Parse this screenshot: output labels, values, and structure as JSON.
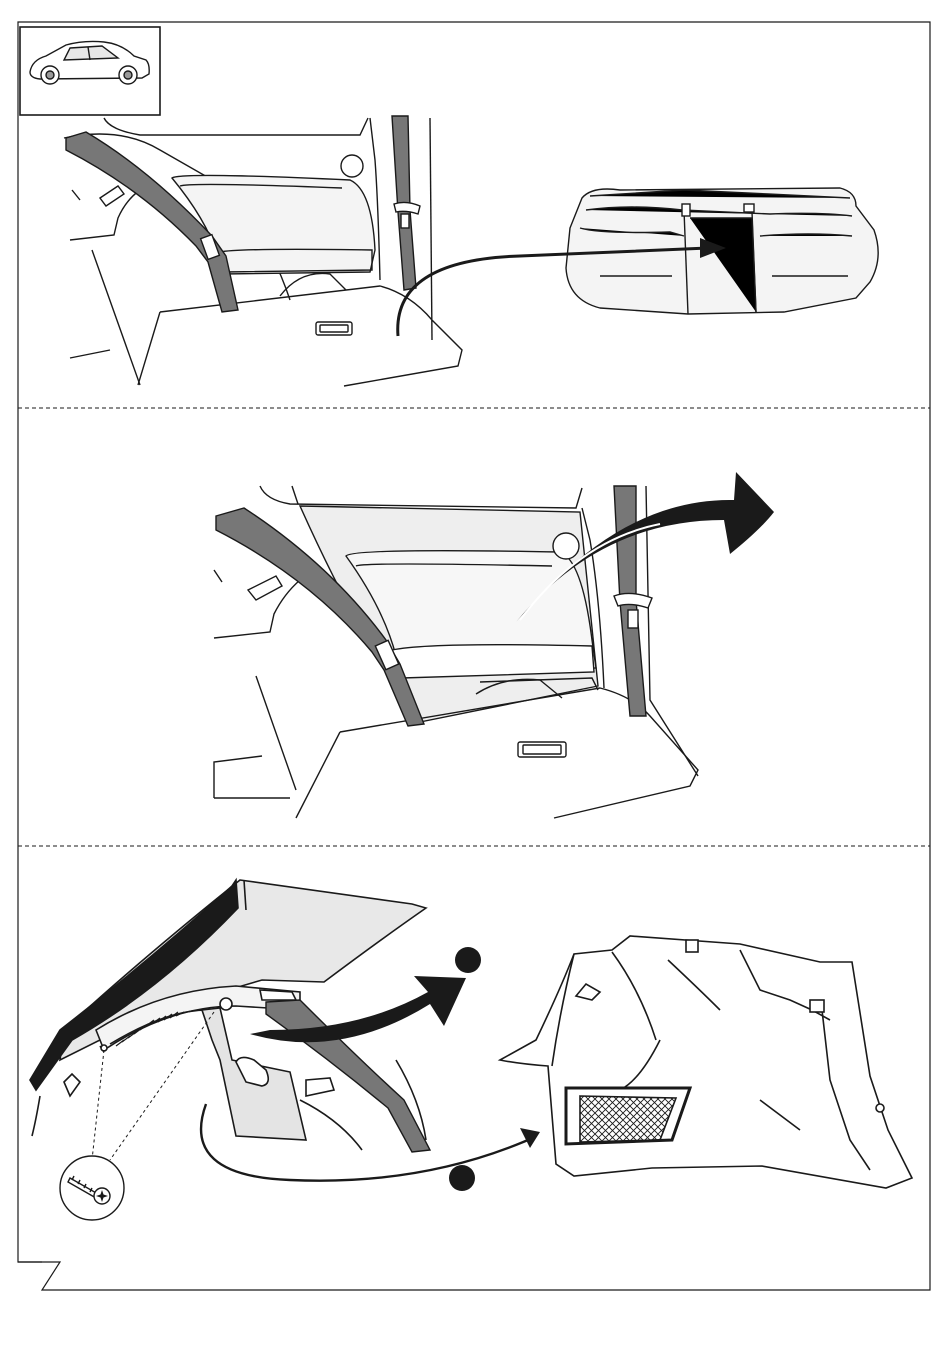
{
  "page": {
    "panels": [
      {
        "id": "panel-1",
        "arrow": "curved-arrow-to-rear-seat"
      },
      {
        "id": "panel-2",
        "arrow": "curved-arrow-outward"
      },
      {
        "id": "panel-3",
        "arrow": "curved-arrow-outward"
      }
    ],
    "vehicle_icon": "three-door-hatchback-car-icon",
    "screw_icon": "torx-screw-icon",
    "step_markers": [
      "filled-dot",
      "filled-dot"
    ],
    "colors": {
      "line": "#1a1a1a",
      "panel_fill": "#f1f1f1",
      "belt_fill": "#777777",
      "mesh_fill": "#ffffff",
      "background": "#ffffff"
    }
  }
}
